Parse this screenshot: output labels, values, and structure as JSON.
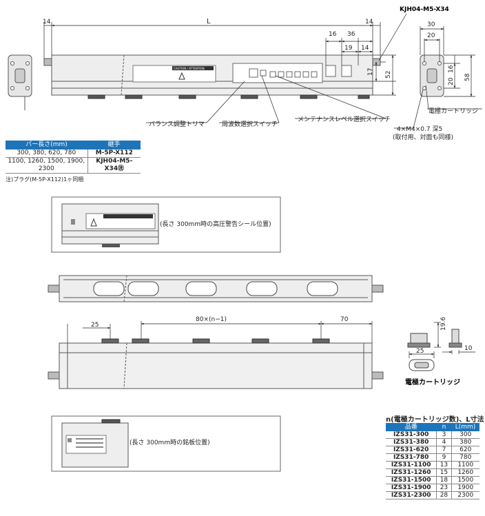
{
  "dims": {
    "L": "L",
    "d14a": "14",
    "d14b": "14",
    "d16": "16",
    "d36": "36",
    "d19": "19",
    "d14c": "14",
    "d17": "17",
    "d52": "52",
    "d30": "30",
    "d20a": "20",
    "d16b": "16",
    "d20b": "20",
    "d58": "58",
    "d25a": "25",
    "d80": "80×(n−1)",
    "d70": "70",
    "d196": "19.6",
    "d25b": "25",
    "d10": "10"
  },
  "labels": {
    "kjh_top": "KJH04-M5-X34",
    "balance": "バランス調整トリマ",
    "freq": "周波数選択スイッチ",
    "maint": "メンテナンスレベル選択スイッチ",
    "cart": "電極カートリッジ",
    "screw": "4×M4×0.7 深5",
    "screw2": "(取付用、対面も同様)",
    "warn_seal": "(長さ 300mm時の高圧警告シール位置)",
    "plate": "(長さ 300mm時の銘板位置)",
    "cart_bottom": "電極カートリッジ",
    "caution": "CAUTION / ATTENTION"
  },
  "fitting_table": {
    "headers": [
      "バー長さ(mm)",
      "継手"
    ],
    "rows": [
      {
        "len": "300, 380, 620, 780",
        "fit": "M-5P-X112"
      },
      {
        "len": "1100, 1260, 1500, 1900, 2300",
        "fit": "KJH04-M5-X34㊟"
      }
    ]
  },
  "note": "注)プラグ(M-5P-X112)1ヶ同梱",
  "n_table": {
    "title": "n(電極カートリッジ数)、L寸法",
    "headers": [
      "品番",
      "n",
      "L(mm)"
    ],
    "rows": [
      {
        "model": "IZS31-300",
        "n": "3",
        "L": "300"
      },
      {
        "model": "IZS31-380",
        "n": "4",
        "L": "380"
      },
      {
        "model": "IZS31-620",
        "n": "7",
        "L": "620"
      },
      {
        "model": "IZS31-780",
        "n": "9",
        "L": "780"
      },
      {
        "model": "IZS31-1100",
        "n": "13",
        "L": "1100"
      },
      {
        "model": "IZS31-1260",
        "n": "15",
        "L": "1260"
      },
      {
        "model": "IZS31-1500",
        "n": "18",
        "L": "1500"
      },
      {
        "model": "IZS31-1900",
        "n": "23",
        "L": "1900"
      },
      {
        "model": "IZS31-2300",
        "n": "28",
        "L": "2300"
      }
    ]
  }
}
